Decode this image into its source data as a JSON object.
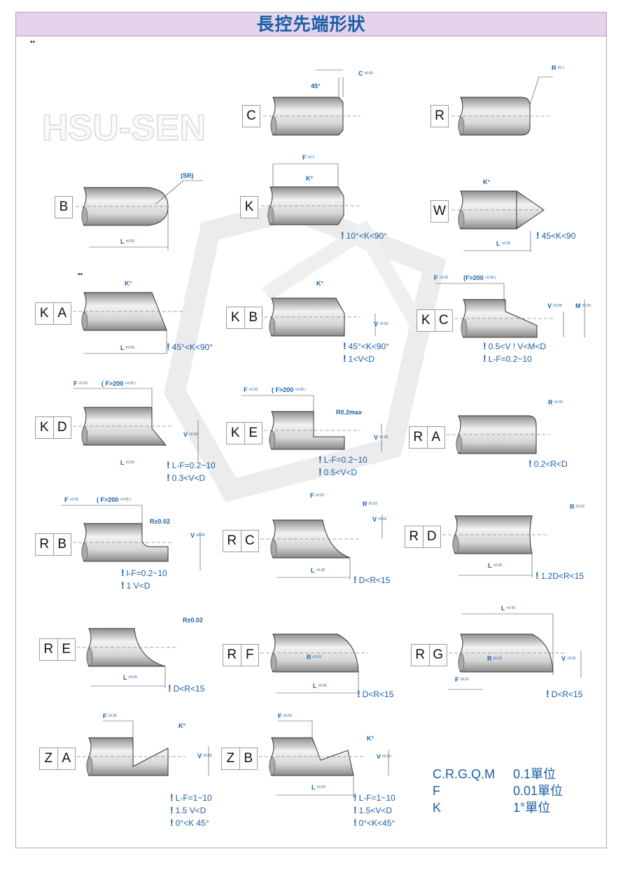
{
  "title": "長控先端形狀",
  "marks": "••",
  "watermark": "HSU-SEN",
  "colors": {
    "accent": "#1a5fa8",
    "header_bg": "#e4d3ea"
  },
  "shapes": [
    {
      "id": "C",
      "code": [
        "C"
      ],
      "notes": [],
      "dims": [
        {
          "t": "45°",
          "tol": ""
        },
        {
          "t": "C",
          "tol": "±0.05"
        }
      ]
    },
    {
      "id": "R",
      "code": [
        "R"
      ],
      "notes": [],
      "dims": [
        {
          "t": "R",
          "tol": "±0.1"
        }
      ]
    },
    {
      "id": "B",
      "code": [
        "B"
      ],
      "notes": [],
      "dims": [
        {
          "t": "(SR)",
          "tol": ""
        },
        {
          "t": "L",
          "tol": "±0.05"
        }
      ]
    },
    {
      "id": "K",
      "code": [
        "K"
      ],
      "notes": [
        "10°<K<90°"
      ],
      "dims": [
        {
          "t": "F",
          "tol": "±0.2"
        },
        {
          "t": "K°",
          "tol": ""
        }
      ]
    },
    {
      "id": "W",
      "code": [
        "W"
      ],
      "notes": [
        "45<K<90"
      ],
      "dims": [
        {
          "t": "K°",
          "tol": ""
        },
        {
          "t": "L",
          "tol": "+0.05"
        }
      ]
    },
    {
      "id": "KA",
      "code": [
        "K",
        "A"
      ],
      "notes": [
        "45°<K<90°"
      ],
      "dims": [
        {
          "t": "K°",
          "tol": ""
        },
        {
          "t": "L",
          "tol": "±0.05"
        }
      ]
    },
    {
      "id": "KB",
      "code": [
        "K",
        "B"
      ],
      "notes": [
        "45°<K<90°",
        "1<V<D"
      ],
      "dims": [
        {
          "t": "K°",
          "tol": ""
        },
        {
          "t": "V",
          "tol": "±0.05"
        }
      ]
    },
    {
      "id": "KC",
      "code": [
        "K",
        "C"
      ],
      "notes": [
        "0.5<V ! V<M<D",
        "L-F=0.2~10"
      ],
      "dims": [
        {
          "t": "F",
          "tol": "+0.02"
        },
        {
          "t": "(F>200",
          "tol": "+0.05 )"
        },
        {
          "t": "V",
          "tol": "±0.05"
        },
        {
          "t": "M",
          "tol": "±0.05"
        }
      ]
    },
    {
      "id": "KD",
      "code": [
        "K",
        "D"
      ],
      "notes": [
        "L-F=0.2~10",
        "0.3<V<D"
      ],
      "dims": [
        {
          "t": "F",
          "tol": "+0.02"
        },
        {
          "t": "( F>200",
          "tol": "+0.05 )"
        },
        {
          "t": "V",
          "tol": "±0.02"
        },
        {
          "t": "L",
          "tol": "±0.05"
        }
      ]
    },
    {
      "id": "KE",
      "code": [
        "K",
        "E"
      ],
      "notes": [
        "L-F=0.2~10",
        "0.5<V<D"
      ],
      "dims": [
        {
          "t": "F",
          "tol": "+0.02"
        },
        {
          "t": "( F>200",
          "tol": "+0.05 )"
        },
        {
          "t": "R0.2max",
          "tol": ""
        },
        {
          "t": "V",
          "tol": "±0.05"
        }
      ]
    },
    {
      "id": "RA",
      "code": [
        "R",
        "A"
      ],
      "notes": [
        "0.2<R<D"
      ],
      "dims": [
        {
          "t": "R",
          "tol": "±0.02"
        }
      ]
    },
    {
      "id": "RB",
      "code": [
        "R",
        "B"
      ],
      "notes": [
        "l-F=0.2~10",
        "1 V<D"
      ],
      "dims": [
        {
          "t": "F",
          "tol": "+0.02"
        },
        {
          "t": "( F>200",
          "tol": "+0.05 )"
        },
        {
          "t": "R±0.02",
          "tol": ""
        },
        {
          "t": "V",
          "tol": "±0.05"
        }
      ]
    },
    {
      "id": "RC",
      "code": [
        "R",
        "C"
      ],
      "notes": [
        "D<R<15"
      ],
      "dims": [
        {
          "t": "F",
          "tol": "±0.02"
        },
        {
          "t": "R",
          "tol": "±0.02"
        },
        {
          "t": "V",
          "tol": "±0.02"
        },
        {
          "t": "L",
          "tol": "+0.05"
        }
      ]
    },
    {
      "id": "RD",
      "code": [
        "R",
        "D"
      ],
      "notes": [
        "1.2D<R<15"
      ],
      "dims": [
        {
          "t": "R",
          "tol": "±0.02"
        },
        {
          "t": "L",
          "tol": "+0.05"
        }
      ]
    },
    {
      "id": "RE",
      "code": [
        "R",
        "E"
      ],
      "notes": [
        "D<R<15"
      ],
      "dims": [
        {
          "t": "R±0.02",
          "tol": ""
        },
        {
          "t": "L",
          "tol": "±0.05"
        }
      ]
    },
    {
      "id": "RF",
      "code": [
        "R",
        "F"
      ],
      "notes": [
        "D<R<15"
      ],
      "dims": [
        {
          "t": "R",
          "tol": "±0.02"
        },
        {
          "t": "L",
          "tol": "±0.05"
        }
      ]
    },
    {
      "id": "RG",
      "code": [
        "R",
        "G"
      ],
      "notes": [
        "D<R<15"
      ],
      "dims": [
        {
          "t": "L",
          "tol": "+0.05"
        },
        {
          "t": "R",
          "tol": "±0.02"
        },
        {
          "t": "V",
          "tol": "±0.02"
        },
        {
          "t": "F",
          "tol": "±0.02"
        }
      ]
    },
    {
      "id": "ZA",
      "code": [
        "Z",
        "A"
      ],
      "notes": [
        "L-F=1~10",
        "1.5 V<D",
        "0°<K 45°"
      ],
      "dims": [
        {
          "t": "F",
          "tol": "±0.05"
        },
        {
          "t": "K°",
          "tol": ""
        },
        {
          "t": "V",
          "tol": "±0.05"
        }
      ]
    },
    {
      "id": "ZB",
      "code": [
        "Z",
        "B"
      ],
      "notes": [
        "L-F=1~10",
        "1.5<V<D",
        "0°<K<45°"
      ],
      "dims": [
        {
          "t": "F",
          "tol": "±0.05"
        },
        {
          "t": "K°",
          "tol": ""
        },
        {
          "t": "V",
          "tol": "±0.05"
        },
        {
          "t": "L",
          "tol": "±0.05"
        }
      ]
    }
  ],
  "legend": [
    {
      "key": "C.R.G.Q.M",
      "value": "0.1單位"
    },
    {
      "key": "F",
      "value": "0.01單位"
    },
    {
      "key": "K",
      "value": "1°單位"
    }
  ]
}
